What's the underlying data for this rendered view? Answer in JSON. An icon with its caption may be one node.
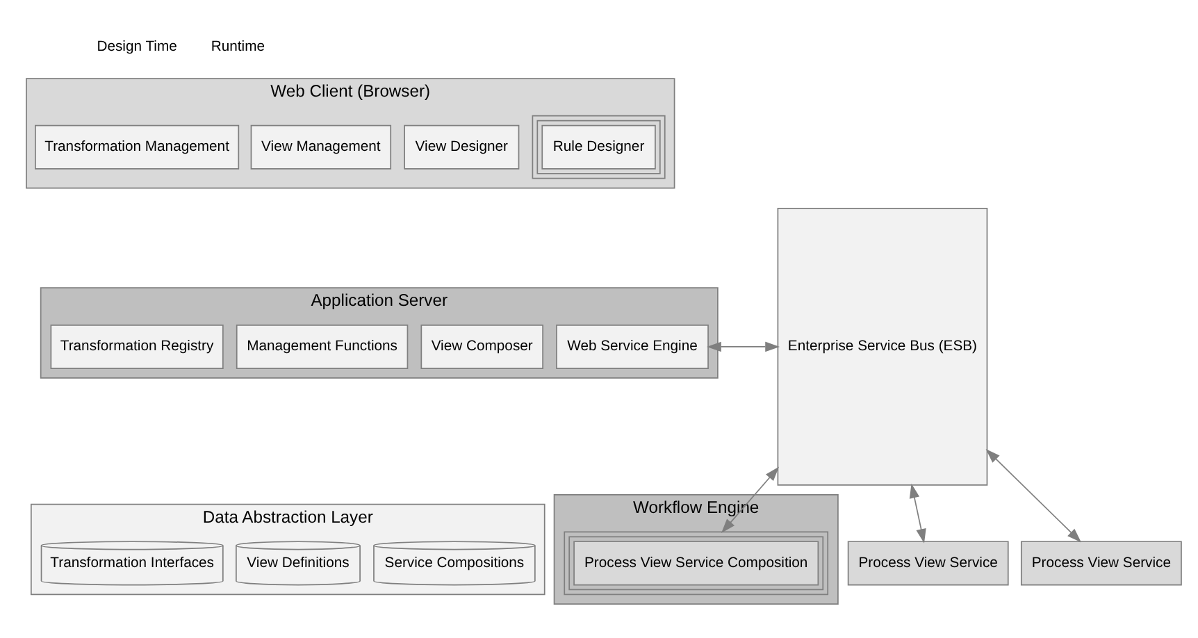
{
  "diagram": {
    "nodes": [
      {
        "text": [
          "Web Client (Browser)"
        ]
      },
      {
        "text": [
          "Transformation Management"
        ],
        "in": 0
      },
      {
        "text": [
          "View Management"
        ],
        "in": 0
      },
      {
        "text": [
          "View Designer"
        ],
        "in": 0
      },
      {
        "text": [
          "Rule Designer"
        ],
        "in": 0
      },
      {
        "text": [
          "Application Server"
        ]
      },
      {
        "text": [
          "Transformation Registry"
        ],
        "in": 5
      },
      {
        "text": [
          "Management Functions"
        ],
        "in": 5
      },
      {
        "text": [
          "View Composer"
        ],
        "in": 5
      },
      {
        "text": [
          "Web Service Engine"
        ],
        "in": 5
      },
      {
        "text": [
          "Data Abstraction Layer"
        ]
      },
      {
        "text": [
          "Transformation Interfaces"
        ],
        "in": 10
      },
      {
        "text": [
          "View Definitions"
        ],
        "in": 10
      },
      {
        "text": [
          "Service Compositions"
        ],
        "in": 10
      },
      {
        "text": [
          "Enterprise Service Bus (ESB)"
        ]
      },
      {
        "text": [
          "Workflow Engine"
        ]
      },
      {
        "text": [
          "Process View Service Composition"
        ],
        "in": 15
      },
      {
        "text": [
          "Process View Service"
        ]
      },
      {
        "text": [
          "Process View Service"
        ]
      }
    ],
    "edges": [
      {
        "from": 9,
        "to": 14,
        "arrow": "both"
      },
      {
        "from": 14,
        "to": 16,
        "arrow": "both"
      },
      {
        "from": 14,
        "to": 17,
        "arrow": "both"
      },
      {
        "from": 14,
        "to": 18,
        "arrow": "both"
      }
    ],
    "labels": [
      "Design Time",
      "Runtime"
    ]
  }
}
